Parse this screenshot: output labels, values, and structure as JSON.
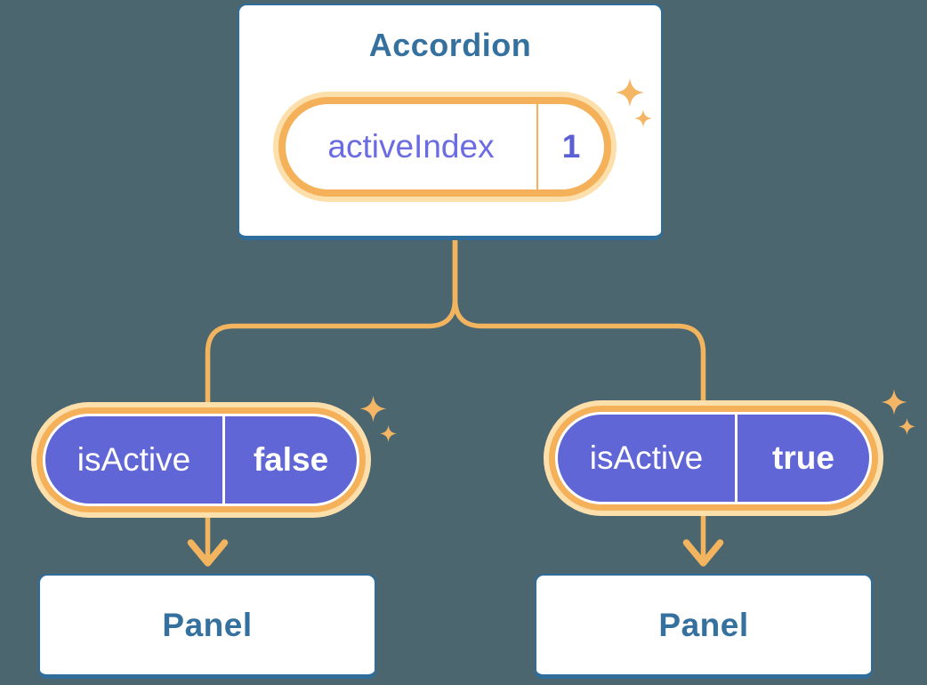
{
  "colors": {
    "background": "#4C6670",
    "node_border": "#2F6E9C",
    "node_text": "#35719E",
    "connector": "#F2B45E",
    "pill_ring_orange": "#F5B159",
    "pill_glow": "#FDDFAC",
    "prop_pill_fill": "#6066D5",
    "state_name_text": "#6B6BE2",
    "state_value_text": "#5B5FD3",
    "sparkle": "#F4B564"
  },
  "accordion": {
    "title": "Accordion",
    "state": {
      "name": "activeIndex",
      "value": "1"
    }
  },
  "children": [
    {
      "prop": {
        "name": "isActive",
        "value": "false"
      },
      "panel": {
        "title": "Panel"
      }
    },
    {
      "prop": {
        "name": "isActive",
        "value": "true"
      },
      "panel": {
        "title": "Panel"
      }
    }
  ]
}
